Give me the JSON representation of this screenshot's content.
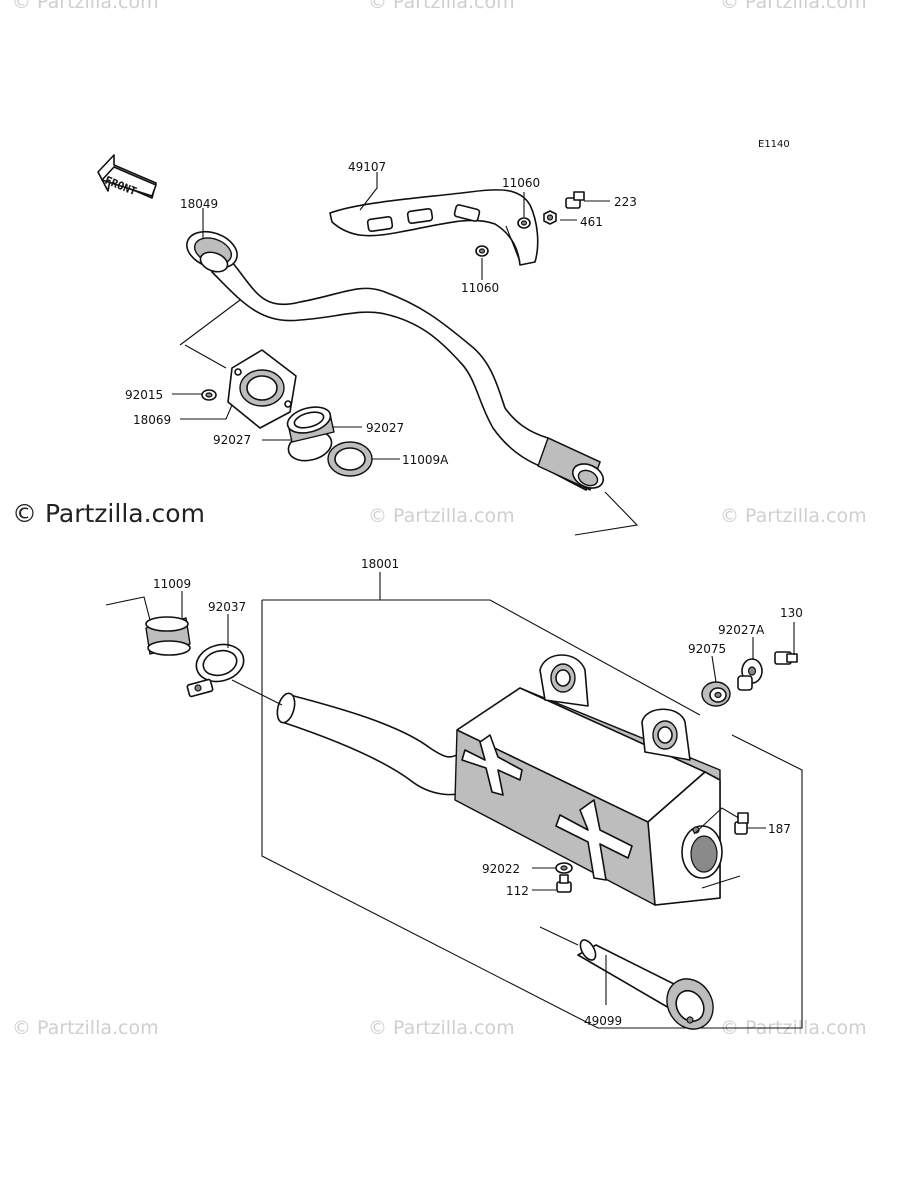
{
  "diagram": {
    "code": "E1140",
    "front_label": "FRONT",
    "watermark": "© Partzilla.com",
    "parts": {
      "p18049": "18049",
      "p49107": "49107",
      "p11060a": "11060",
      "p11060b": "11060",
      "p223": "223",
      "p461": "461",
      "p92015": "92015",
      "p18069": "18069",
      "p92027a": "92027",
      "p92027b": "92027",
      "p11009A": "11009A",
      "p18001": "18001",
      "p11009": "11009",
      "p92037": "92037",
      "p130": "130",
      "p92027A": "92027A",
      "p92075": "92075",
      "p187": "187",
      "p92022": "92022",
      "p112": "112",
      "p49099": "49099"
    }
  }
}
